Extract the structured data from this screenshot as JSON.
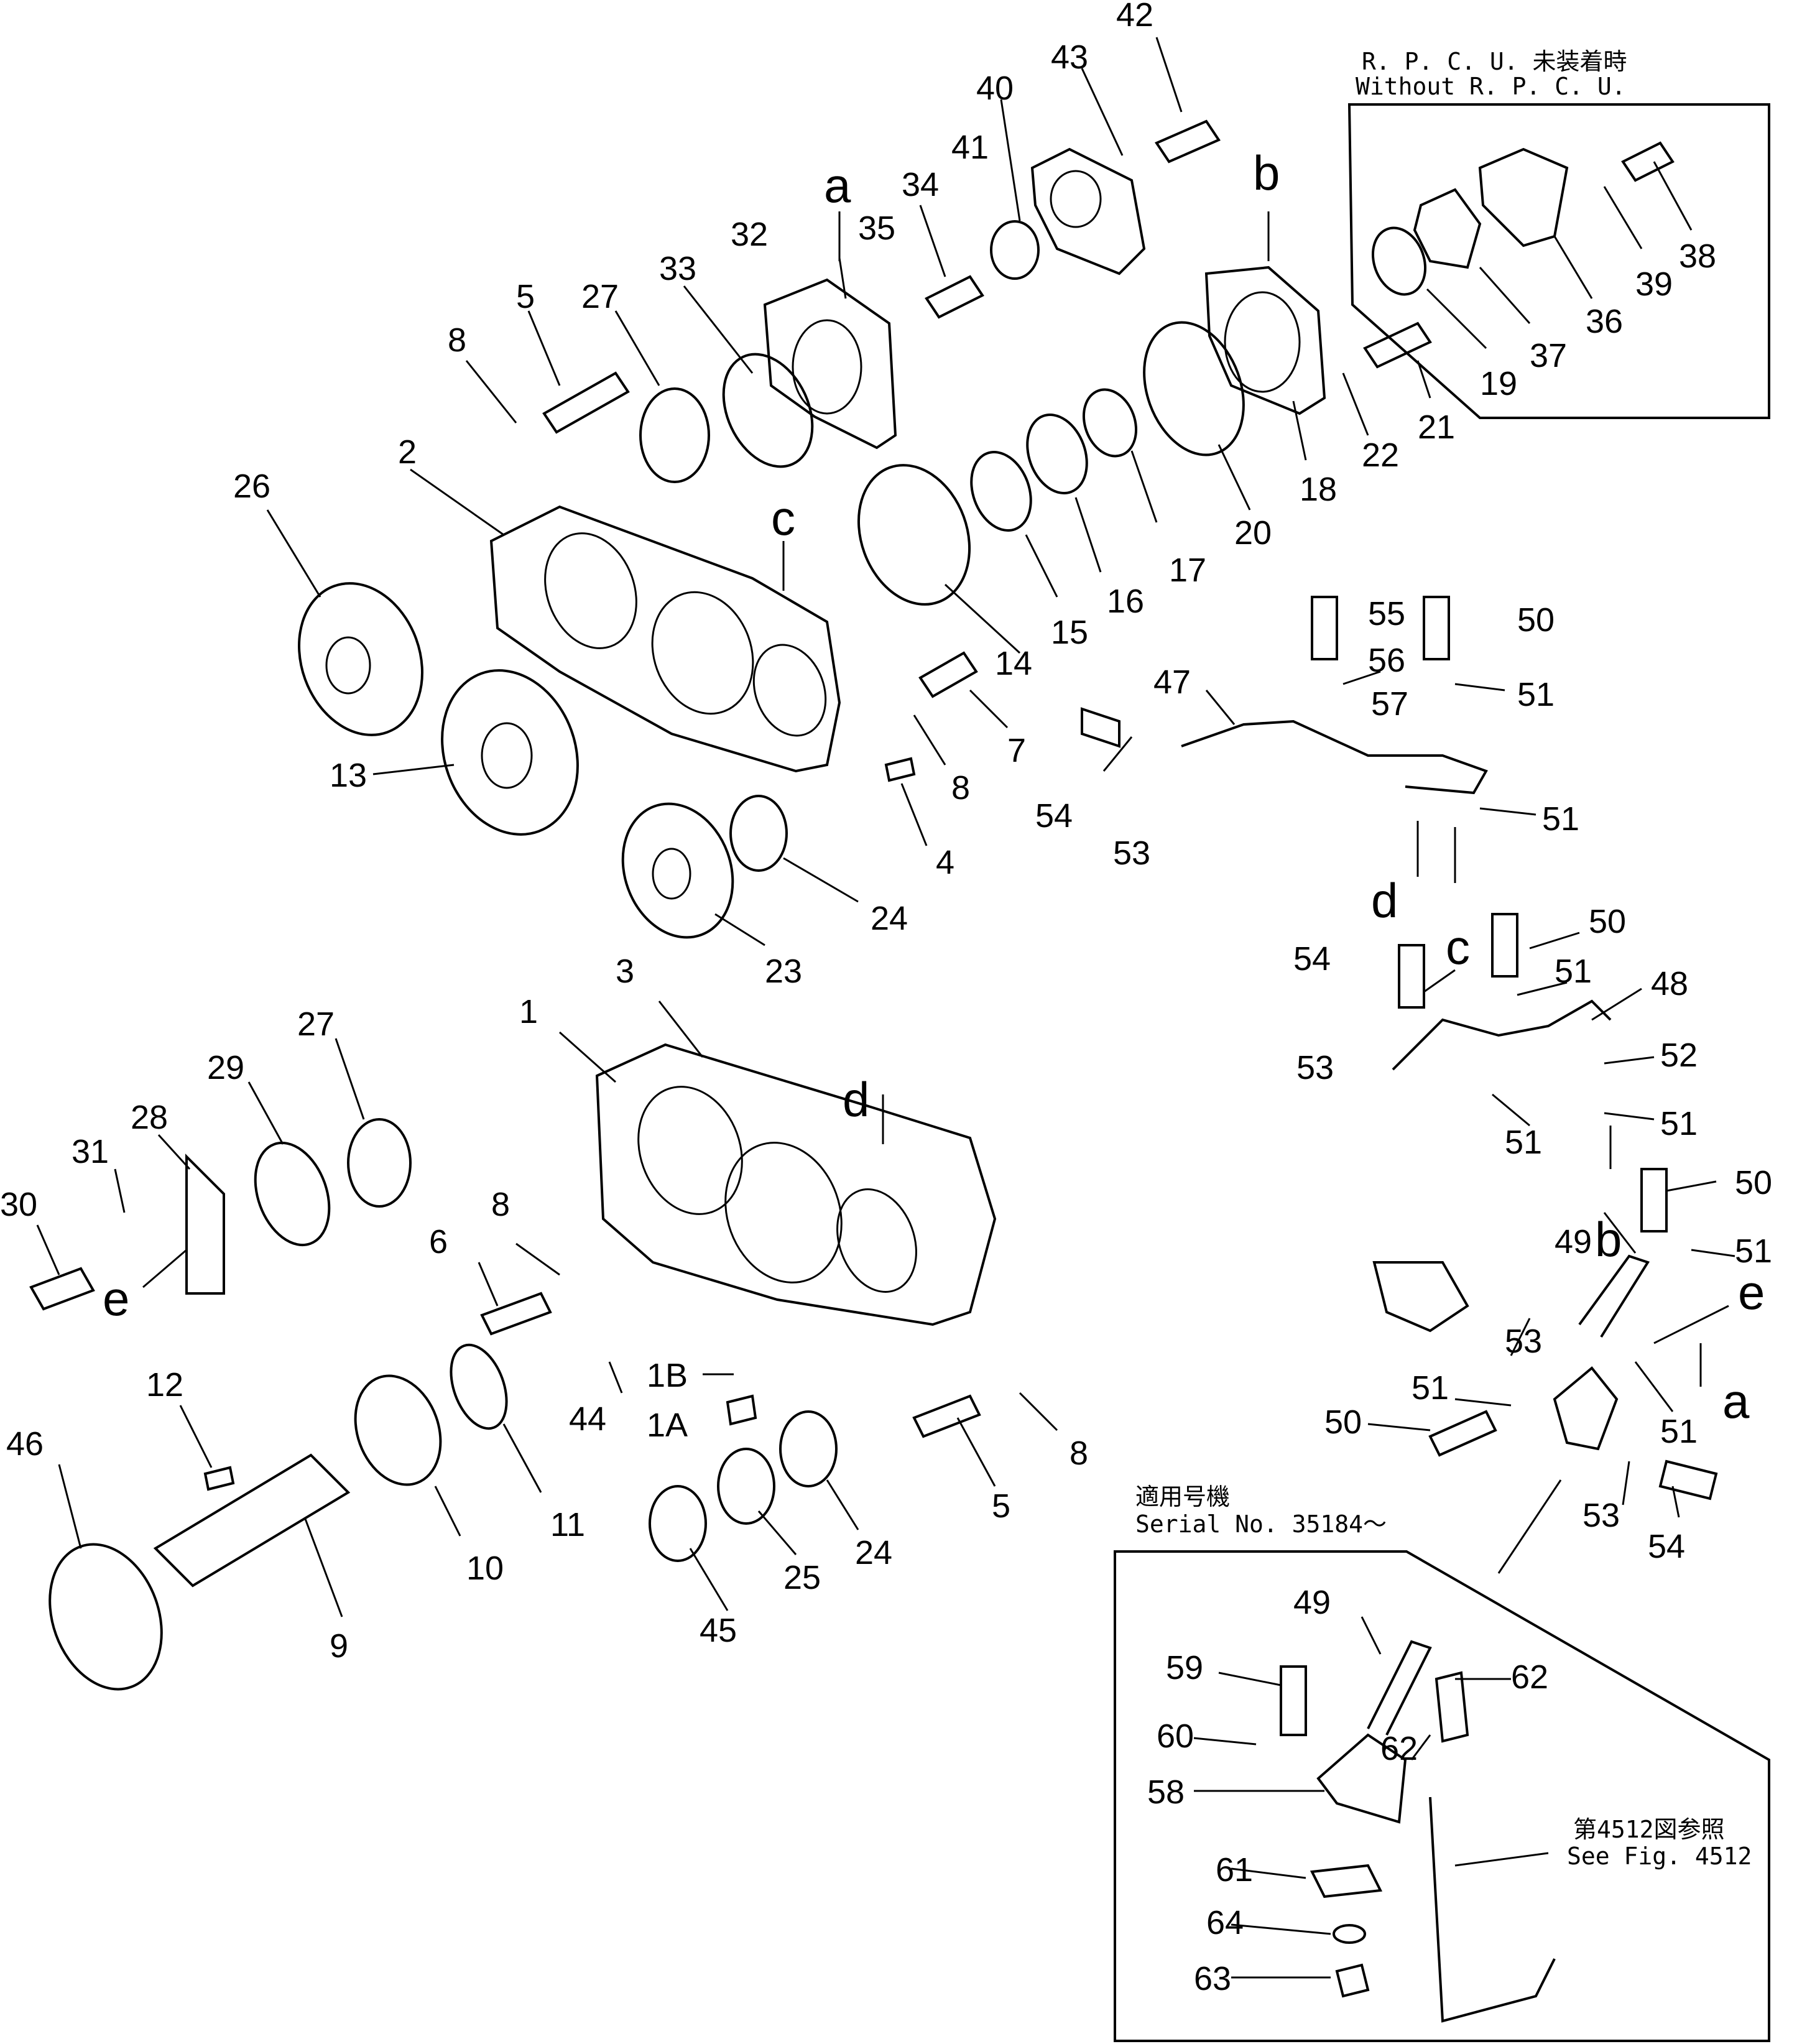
{
  "notes": {
    "rpcu_ja": "R. P. C. U. 未装着時",
    "rpcu_en": "Without  R. P. C. U.",
    "serial_ja": "適用号機",
    "serial_en": "Serial  No.  35184～",
    "see_ja": "第4512図参照",
    "see_en": "See  Fig.  4512"
  },
  "callouts": [
    {
      "id": "c42",
      "text": "42"
    },
    {
      "id": "c43",
      "text": "43"
    },
    {
      "id": "c40",
      "text": "40"
    },
    {
      "id": "c41",
      "text": "41"
    },
    {
      "id": "c34",
      "text": "34"
    },
    {
      "id": "c35",
      "text": "35"
    },
    {
      "id": "c32",
      "text": "32"
    },
    {
      "id": "c33",
      "text": "33"
    },
    {
      "id": "c27a",
      "text": "27"
    },
    {
      "id": "c5a",
      "text": "5"
    },
    {
      "id": "c8a",
      "text": "8"
    },
    {
      "id": "c2",
      "text": "2"
    },
    {
      "id": "c26",
      "text": "26"
    },
    {
      "id": "c14",
      "text": "14"
    },
    {
      "id": "c15",
      "text": "15"
    },
    {
      "id": "c16",
      "text": "16"
    },
    {
      "id": "c17",
      "text": "17"
    },
    {
      "id": "c20",
      "text": "20"
    },
    {
      "id": "c18",
      "text": "18"
    },
    {
      "id": "c22",
      "text": "22"
    },
    {
      "id": "c21",
      "text": "21"
    },
    {
      "id": "c19",
      "text": "19"
    },
    {
      "id": "c37",
      "text": "37"
    },
    {
      "id": "c36",
      "text": "36"
    },
    {
      "id": "c39",
      "text": "39"
    },
    {
      "id": "c38",
      "text": "38"
    },
    {
      "id": "c7",
      "text": "7"
    },
    {
      "id": "c8b",
      "text": "8"
    },
    {
      "id": "c4",
      "text": "4"
    },
    {
      "id": "c13",
      "text": "13"
    },
    {
      "id": "c24a",
      "text": "24"
    },
    {
      "id": "c23",
      "text": "23"
    },
    {
      "id": "c55",
      "text": "55"
    },
    {
      "id": "c50a",
      "text": "50"
    },
    {
      "id": "c56",
      "text": "56"
    },
    {
      "id": "c51a",
      "text": "51"
    },
    {
      "id": "c47",
      "text": "47"
    },
    {
      "id": "c57",
      "text": "57"
    },
    {
      "id": "c54a",
      "text": "54"
    },
    {
      "id": "c53a",
      "text": "53"
    },
    {
      "id": "c51b",
      "text": "51"
    },
    {
      "id": "c50b",
      "text": "50"
    },
    {
      "id": "c54b",
      "text": "54"
    },
    {
      "id": "c51c",
      "text": "51"
    },
    {
      "id": "c48",
      "text": "48"
    },
    {
      "id": "c53b",
      "text": "53"
    },
    {
      "id": "c52",
      "text": "52"
    },
    {
      "id": "c51d",
      "text": "51"
    },
    {
      "id": "c51e",
      "text": "51"
    },
    {
      "id": "c50c",
      "text": "50"
    },
    {
      "id": "c49a",
      "text": "49"
    },
    {
      "id": "c51f",
      "text": "51"
    },
    {
      "id": "c53c",
      "text": "53"
    },
    {
      "id": "c51g",
      "text": "51"
    },
    {
      "id": "c50d",
      "text": "50"
    },
    {
      "id": "c51h",
      "text": "51"
    },
    {
      "id": "c53d",
      "text": "53"
    },
    {
      "id": "c54c",
      "text": "54"
    },
    {
      "id": "c3",
      "text": "3"
    },
    {
      "id": "c1",
      "text": "1"
    },
    {
      "id": "c27b",
      "text": "27"
    },
    {
      "id": "c29",
      "text": "29"
    },
    {
      "id": "c28",
      "text": "28"
    },
    {
      "id": "c31",
      "text": "31"
    },
    {
      "id": "c30",
      "text": "30"
    },
    {
      "id": "c8c",
      "text": "8"
    },
    {
      "id": "c6",
      "text": "6"
    },
    {
      "id": "c12",
      "text": "12"
    },
    {
      "id": "c46",
      "text": "46"
    },
    {
      "id": "c9",
      "text": "9"
    },
    {
      "id": "c10",
      "text": "10"
    },
    {
      "id": "c11",
      "text": "11"
    },
    {
      "id": "c44",
      "text": "44"
    },
    {
      "id": "c1B",
      "text": "1B"
    },
    {
      "id": "c1A",
      "text": "1A"
    },
    {
      "id": "c45",
      "text": "45"
    },
    {
      "id": "c25",
      "text": "25"
    },
    {
      "id": "c24b",
      "text": "24"
    },
    {
      "id": "c5b",
      "text": "5"
    },
    {
      "id": "c8d",
      "text": "8"
    },
    {
      "id": "c49b",
      "text": "49"
    },
    {
      "id": "c62a",
      "text": "62"
    },
    {
      "id": "c59",
      "text": "59"
    },
    {
      "id": "c62b",
      "text": "62"
    },
    {
      "id": "c60",
      "text": "60"
    },
    {
      "id": "c58",
      "text": "58"
    },
    {
      "id": "c61",
      "text": "61"
    },
    {
      "id": "c64",
      "text": "64"
    },
    {
      "id": "c63",
      "text": "63"
    }
  ],
  "refs": [
    {
      "id": "ra1",
      "text": "a"
    },
    {
      "id": "rb1",
      "text": "b"
    },
    {
      "id": "rc1",
      "text": "c"
    },
    {
      "id": "rd1",
      "text": "d"
    },
    {
      "id": "rc2",
      "text": "c"
    },
    {
      "id": "rb2",
      "text": "b"
    },
    {
      "id": "rd2",
      "text": "d"
    },
    {
      "id": "re1",
      "text": "e"
    },
    {
      "id": "re2",
      "text": "e"
    },
    {
      "id": "ra2",
      "text": "a"
    }
  ]
}
